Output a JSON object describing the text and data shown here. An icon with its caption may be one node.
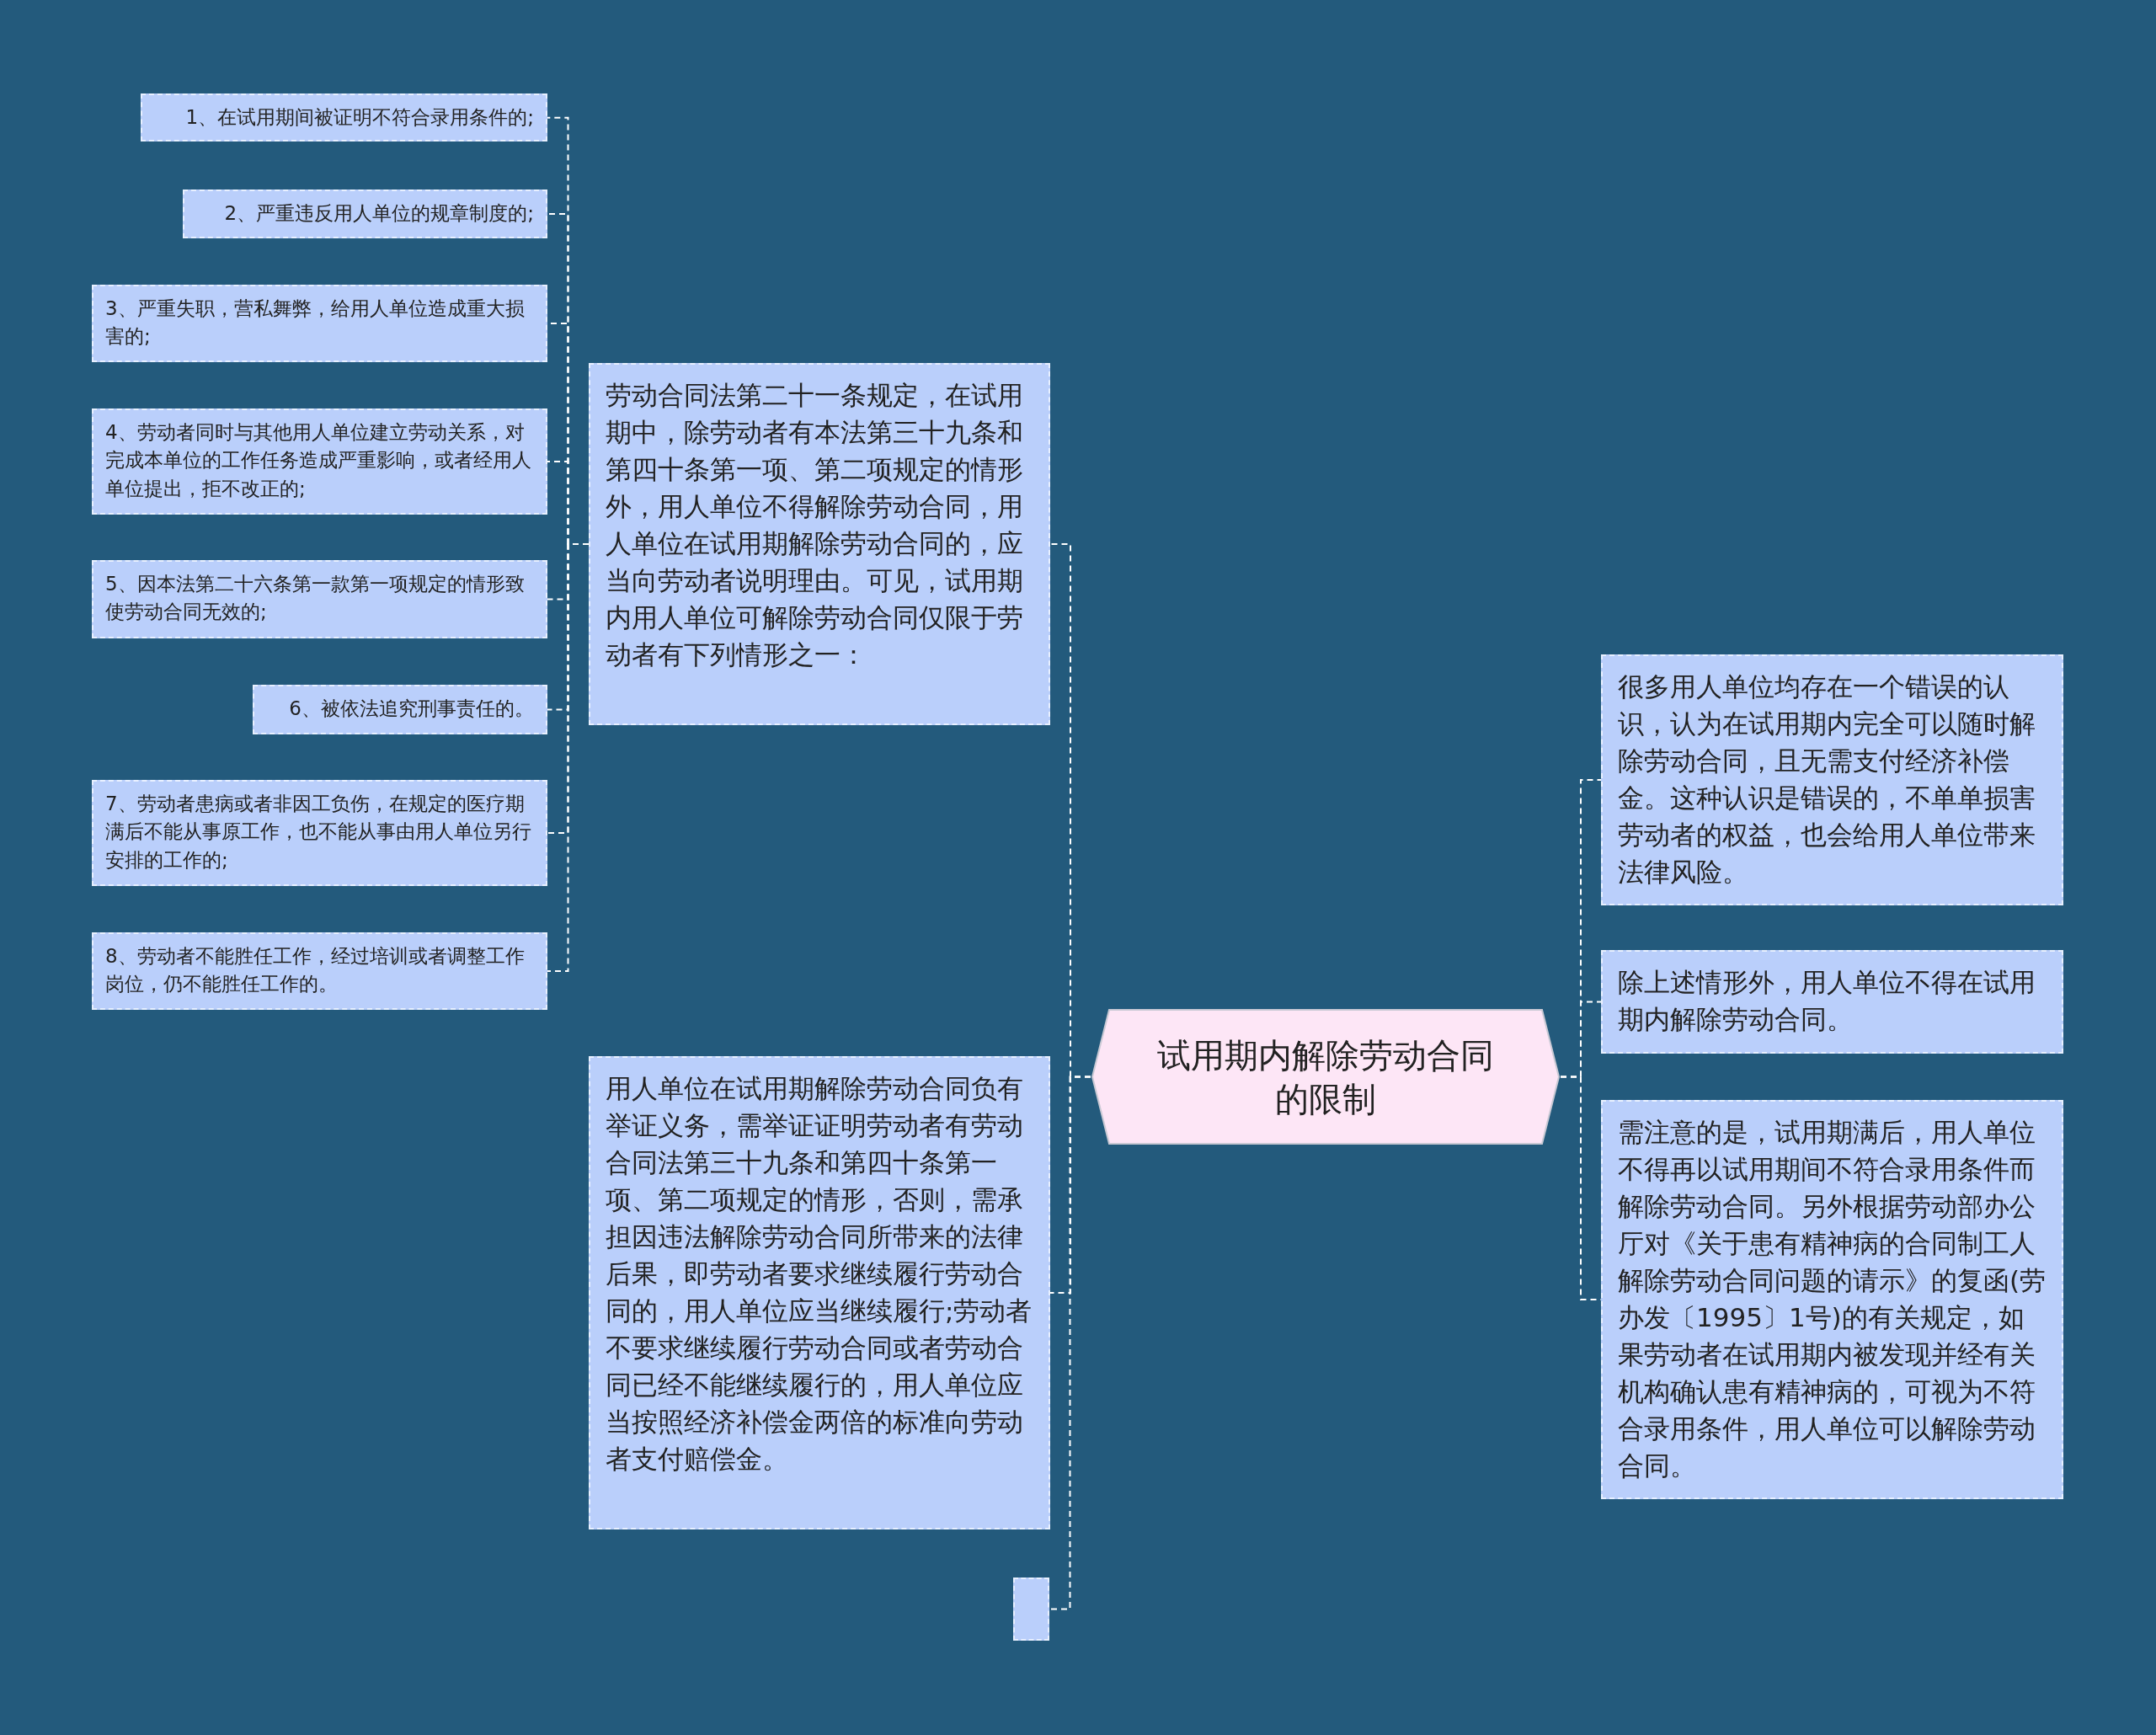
{
  "diagram": {
    "nodes": [
      {
        "text": [
          "试用期内解除劳动合同的限制"
        ]
      },
      {
        "text": [
          "劳动合同法第二十一条规定，在试用期中，除劳动者有本法第三十九条和第四十条第一项、第二项规定的情形外，用人单位不得解除劳动合同，用人单位在试用期解除劳动合同的，应当向劳动者说明理由。可见，试用期内用人单位可解除劳动合同仅限于劳动者有下列情形之一："
        ]
      },
      {
        "text": [
          "1、在试用期间被证明不符合录用条件的;"
        ]
      },
      {
        "text": [
          "2、严重违反用人单位的规章制度的;"
        ]
      },
      {
        "text": [
          "3、严重失职，营私舞弊，给用人单位造成重大损害的;"
        ]
      },
      {
        "text": [
          "4、劳动者同时与其他用人单位建立劳动关系，对完成本单位的工作任务造成严重影响，或者经用人单位提出，拒不改正的;"
        ]
      },
      {
        "text": [
          "5、因本法第二十六条第一款第一项规定的情形致使劳动合同无效的;"
        ]
      },
      {
        "text": [
          "6、被依法追究刑事责任的。"
        ]
      },
      {
        "text": [
          "7、劳动者患病或者非因工负伤，在规定的医疗期满后不能从事原工作，也不能从事由用人单位另行安排的工作的;"
        ]
      },
      {
        "text": [
          "8、劳动者不能胜任工作，经过培训或者调整工作岗位，仍不能胜任工作的。"
        ]
      },
      {
        "text": [
          "用人单位在试用期解除劳动合同负有举证义务，需举证证明劳动者有劳动合同法第三十九条和第四十条第一项、第二项规定的情形，否则，需承担因违法解除劳动合同所带来的法律后果，即劳动者要求继续履行劳动合同的，用人单位应当继续履行;劳动者不要求继续履行劳动合同或者劳动合同已经不能继续履行的，用人单位应当按照经济补偿金两倍的标准向劳动者支付赔偿金。"
        ]
      },
      {
        "text": [],
        "shape": "box"
      },
      {
        "text": [
          "很多用人单位均存在一个错误的认识，认为在试用期内完全可以随时解除劳动合同，且无需支付经济补偿金。这种认识是错误的，不单单损害劳动者的权益，也会给用人单位带来法律风险。"
        ]
      },
      {
        "text": [
          "除上述情形外，用人单位不得在试用期内解除劳动合同。"
        ]
      },
      {
        "text": [
          "需注意的是，试用期满后，用人单位不得再以试用期间不符合录用条件而解除劳动合同。另外根据劳动部办公厅对《关于患有精神病的合同制工人解除劳动合同问题的请示》的复函(劳办发〔1995〕1号)的有关规定，如果劳动者在试用期内被发现并经有关机构确认患有精神病的，可视为不符合录用条件，用人单位可以解除劳动合同。"
        ]
      }
    ],
    "edges": [
      {
        "from": 0,
        "to": 1,
        "arrow": "none"
      },
      {
        "from": 1,
        "to": 2,
        "arrow": "none"
      },
      {
        "from": 1,
        "to": 3,
        "arrow": "none"
      },
      {
        "from": 1,
        "to": 4,
        "arrow": "none"
      },
      {
        "from": 1,
        "to": 5,
        "arrow": "none"
      },
      {
        "from": 1,
        "to": 6,
        "arrow": "none"
      },
      {
        "from": 1,
        "to": 7,
        "arrow": "none"
      },
      {
        "from": 1,
        "to": 8,
        "arrow": "none"
      },
      {
        "from": 1,
        "to": 9,
        "arrow": "none"
      },
      {
        "from": 0,
        "to": 10,
        "arrow": "none"
      },
      {
        "from": 0,
        "to": 11,
        "arrow": "none"
      },
      {
        "from": 0,
        "to": 12,
        "arrow": "none"
      },
      {
        "from": 0,
        "to": 13,
        "arrow": "none"
      },
      {
        "from": 0,
        "to": 14,
        "arrow": "none"
      }
    ]
  }
}
